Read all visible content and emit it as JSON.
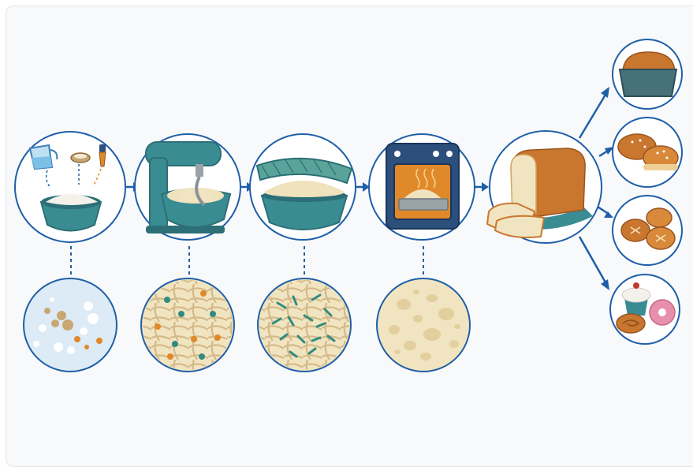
{
  "diagram": {
    "type": "bread-making process flow",
    "colors": {
      "outline": "#1f5fa8",
      "teal": "#3a8c93",
      "teal_dark": "#2c6f76",
      "dough": "#efe2bd",
      "crust": "#c9762f",
      "orange": "#e0892a",
      "background": "#f8f9fb"
    },
    "stages": [
      {
        "id": "ingredients",
        "icon": "ingredients-bowl-icon",
        "detail_icon": "ingredients-microscopic-icon"
      },
      {
        "id": "mixing",
        "icon": "stand-mixer-icon",
        "detail_icon": "gluten-network-icon"
      },
      {
        "id": "proofing",
        "icon": "covered-dough-bowl-icon",
        "detail_icon": "yeast-fermentation-icon"
      },
      {
        "id": "baking",
        "icon": "oven-icon",
        "detail_icon": "crumb-structure-icon"
      },
      {
        "id": "bread",
        "icon": "sliced-bread-loaf-icon",
        "detail_icon": null
      }
    ],
    "products": [
      {
        "id": "loaf",
        "icon": "bread-loaf-pan-icon"
      },
      {
        "id": "buns",
        "icon": "burger-buns-icon"
      },
      {
        "id": "rolls",
        "icon": "dinner-rolls-icon"
      },
      {
        "id": "sweets",
        "icon": "pastries-donut-cupcake-icon"
      }
    ]
  }
}
